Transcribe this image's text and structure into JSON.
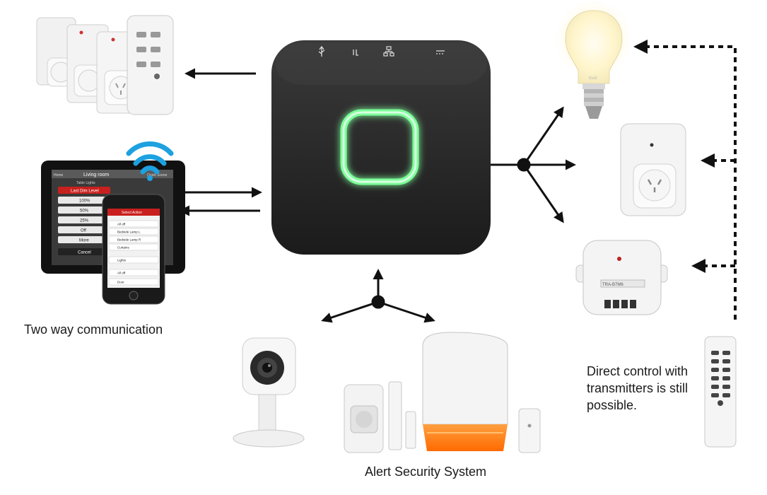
{
  "captions": {
    "two_way": "Two way communication",
    "alert": "Alert Security System",
    "direct_lines": [
      "Direct control with",
      "transmitters is still",
      "possible."
    ]
  },
  "hub": {
    "port_icons": [
      "usb-icon",
      "power-icon",
      "ethernet-icon",
      "dc-power-icon"
    ],
    "glow_color": "#7dff9a"
  },
  "tablet": {
    "title": "Living room",
    "subtitle": "Table Lights",
    "left_btn": "Home",
    "right_btn": "Quick Scene",
    "menu": [
      "Last Dim Level",
      "100%",
      "50%",
      "25%",
      "Off",
      "More",
      "Cancel"
    ]
  },
  "phone": {
    "header": "Select Action",
    "rows": [
      "All off",
      "Bedside Lamp L",
      "Bedside Lamp R",
      "Curtains",
      "Lights",
      "All off",
      "Door"
    ]
  },
  "devices": {
    "bulb_brand": "trust",
    "module_label": "TRA-B7M6"
  },
  "colors": {
    "arrow": "#111111",
    "siren_orange": "#ff7a10",
    "wifi": "#1da1e0",
    "tablet_accent": "#c8201e",
    "hub_body": "#2a2a2a"
  }
}
